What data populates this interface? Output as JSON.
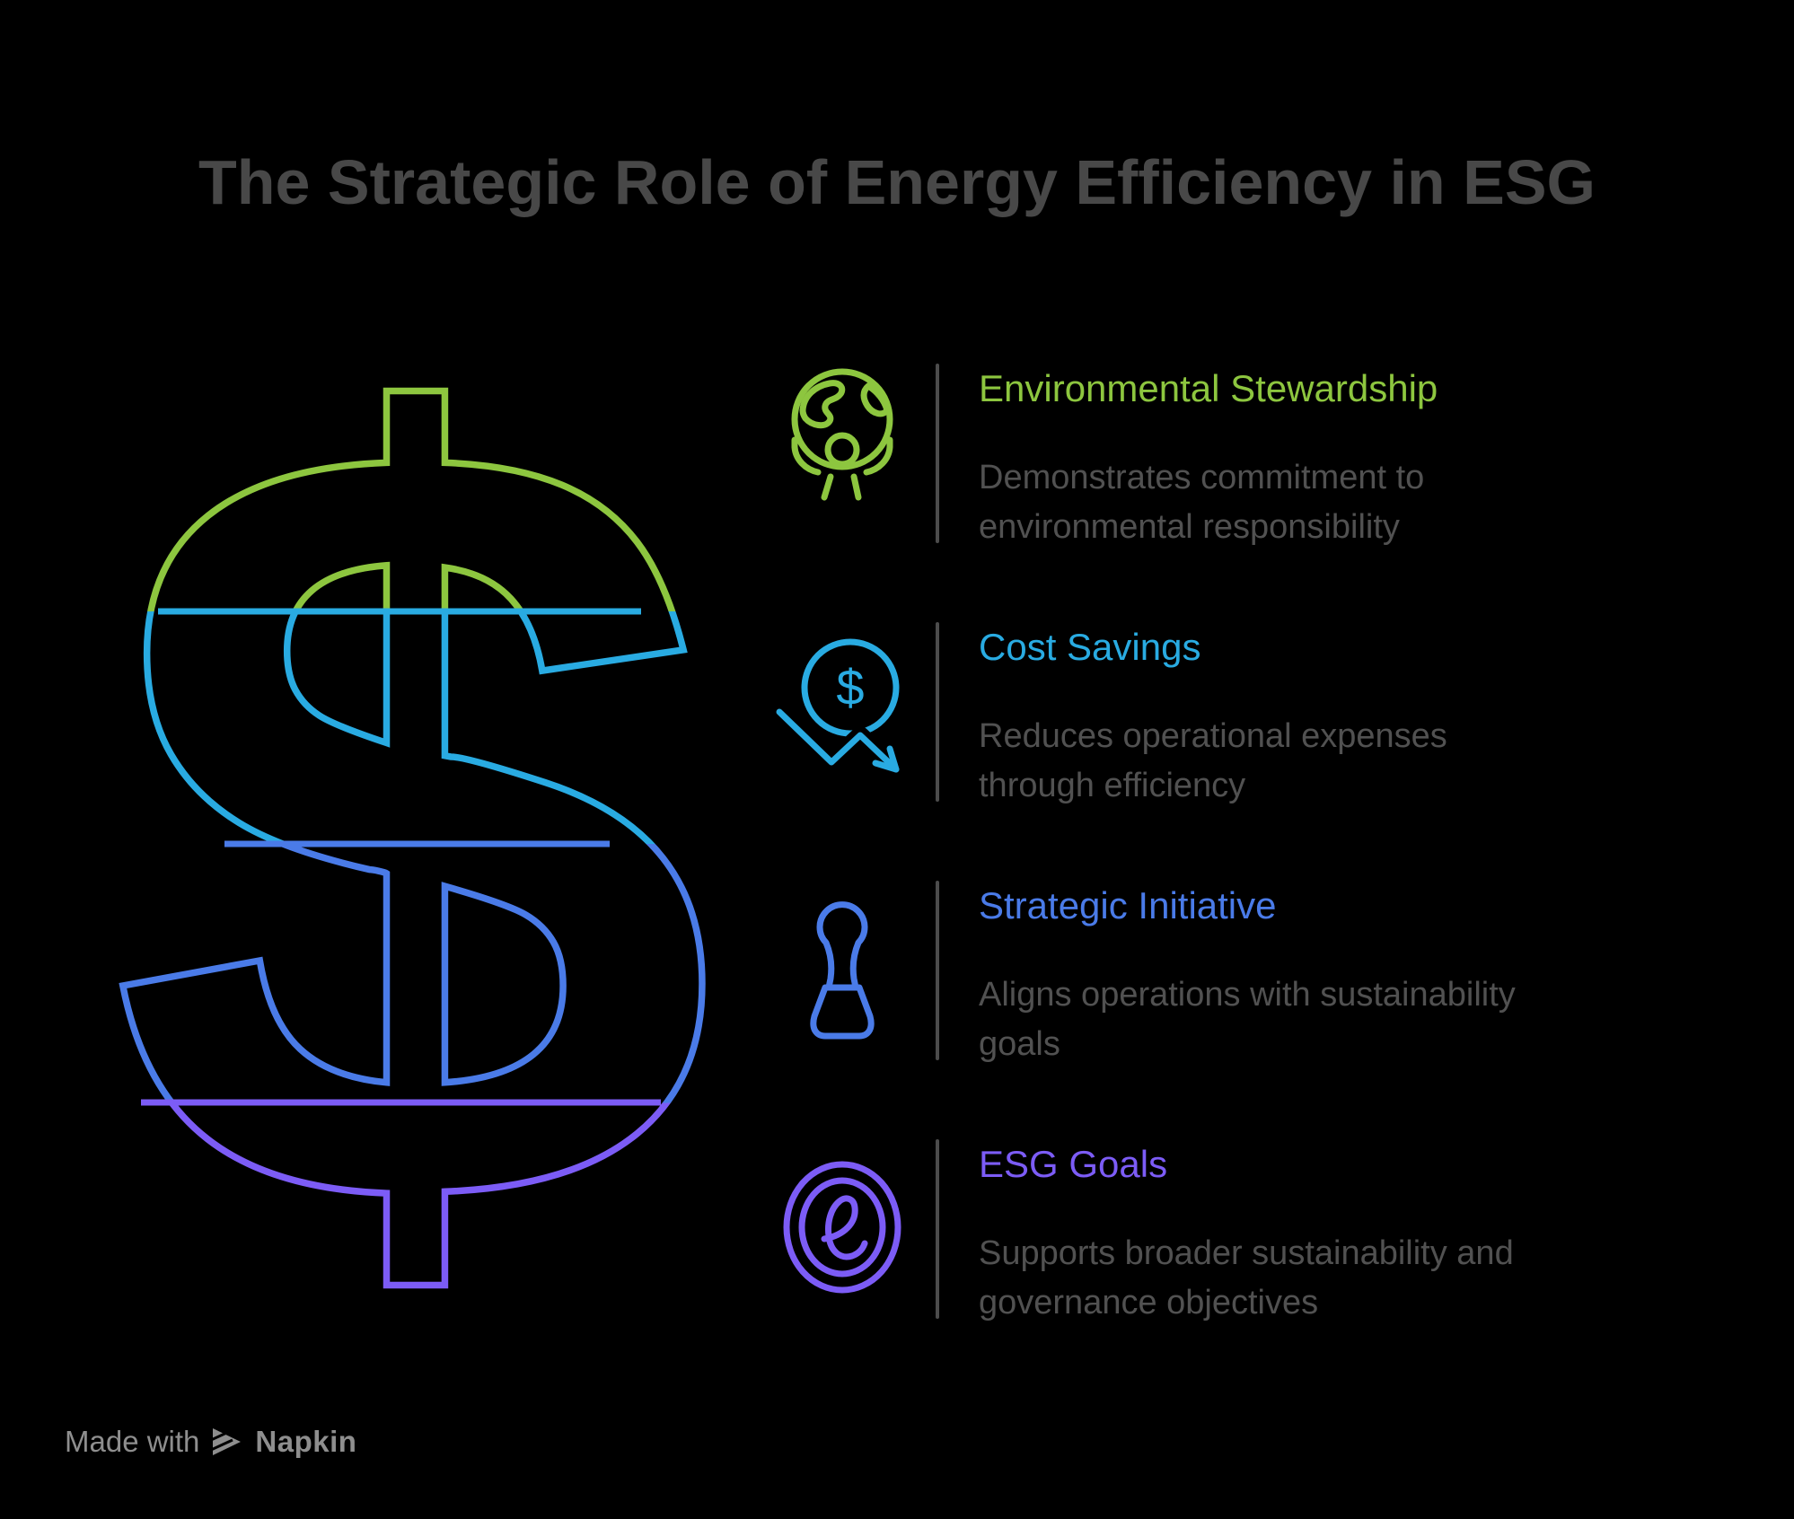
{
  "title": "The Strategic Role of Energy Efficiency in ESG",
  "symbols": {
    "dollar": "$"
  },
  "palette": {
    "background": "#000000",
    "title_text": "#484848",
    "body_text": "#515151",
    "divider": "#4c4c4c",
    "footer_text": "#8e8e8e",
    "green": "#8dc63f",
    "cyan": "#29abe2",
    "blue": "#4a7be8",
    "purple": "#7c5cf6"
  },
  "sections": [
    {
      "heading": "Environmental Stewardship",
      "description": "Demonstrates commitment to environmental responsibility",
      "color": "#8dc63f",
      "icon": "globe-person-icon"
    },
    {
      "heading": "Cost Savings",
      "description": "Reduces operational expenses through efficiency",
      "color": "#29abe2",
      "icon": "dollar-decline-arrow-icon"
    },
    {
      "heading": "Strategic Initiative",
      "description": "Aligns operations with sustainability goals",
      "color": "#4a7be8",
      "icon": "chess-pawn-icon"
    },
    {
      "heading": "ESG Goals",
      "description": "Supports broader sustainability and governance objectives",
      "color": "#7c5cf6",
      "icon": "esg-emblem-icon"
    }
  ],
  "footer": {
    "made_with": "Made with",
    "brand": "Napkin"
  }
}
